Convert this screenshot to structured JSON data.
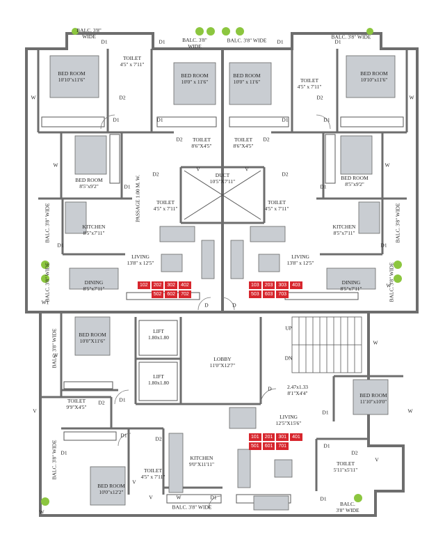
{
  "rooms": {
    "bed_tl": {
      "name": "BED ROOM",
      "dim": "10'10\"x11'6\""
    },
    "bed_tl2": {
      "name": "BED ROOM",
      "dim": "10'0\" x 11'6\""
    },
    "bed_tr2": {
      "name": "BED ROOM",
      "dim": "10'0\" x 11'6\""
    },
    "bed_tr": {
      "name": "BED ROOM",
      "dim": "10'10\"x11'6\""
    },
    "toilet_tl": {
      "name": "TOILET",
      "dim": "4'5\" x 7'11\""
    },
    "toilet_tr": {
      "name": "TOILET",
      "dim": "4'5\" x 7'11\""
    },
    "toilet_c1": {
      "name": "TOILET",
      "dim": "8'6\"X4'5\""
    },
    "toilet_c2": {
      "name": "TOILET",
      "dim": "8'6\"X4'5\""
    },
    "bed_ml": {
      "name": "BED ROOM",
      "dim": "8'5\"x9'2\""
    },
    "bed_mr": {
      "name": "BED ROOM",
      "dim": "8'5\"x9'2\""
    },
    "toilet_ml": {
      "name": "TOILET",
      "dim": "4'5\" x 7'11\""
    },
    "toilet_mr": {
      "name": "TOILET",
      "dim": "4'5\" x 7'11\""
    },
    "duct": {
      "name": "DUCT",
      "dim": "10'5\"X7'11\""
    },
    "kitchen_l": {
      "name": "KITCHEN",
      "dim": "8'5\"x7'11\""
    },
    "kitchen_r": {
      "name": "KITCHEN",
      "dim": "8'5\"x7'11\""
    },
    "living_l": {
      "name": "LIVING",
      "dim": "13'8\" x 12'5\""
    },
    "living_r": {
      "name": "LIVING",
      "dim": "13'8\" x 12'5\""
    },
    "dining_l": {
      "name": "DINING",
      "dim": "8'5\"x7'11\""
    },
    "dining_r": {
      "name": "DINING",
      "dim": "8'5\"x7'11\""
    },
    "bed_bl1": {
      "name": "BED ROOM",
      "dim": "10'0\"X11'6\""
    },
    "lift1": {
      "name": "LIFT",
      "dim": "1.80x1.80"
    },
    "lift2": {
      "name": "LIFT",
      "dim": "1.80x1.80"
    },
    "lobby": {
      "name": "LOBBY",
      "dim": "11'0\"X12'7\""
    },
    "store": {
      "name": "2.47x1.33",
      "dim": "8'1\"X4'4\""
    },
    "bed_br": {
      "name": "BED ROOM",
      "dim": "11'10\"x10'0\""
    },
    "toilet_bl": {
      "name": "TOILET",
      "dim": "9'9\"X4'5\""
    },
    "living_b": {
      "name": "LIVING",
      "dim": "12'5\"X15'6\""
    },
    "kitchen_b": {
      "name": "KITCHEN",
      "dim": "9'0\"X11'11\""
    },
    "toilet_bc": {
      "name": "TOILET",
      "dim": "4'5\" x 7'11\""
    },
    "toilet_br": {
      "name": "TOILET",
      "dim": "5'11\"x5'11\""
    },
    "bed_bl2": {
      "name": "BED ROOM",
      "dim": "10'0\"x12'2\""
    }
  },
  "balconies": {
    "b1": {
      "name": "BALC. 3'8\"",
      "sub": "WIDE"
    },
    "b2": {
      "name": "BALC. 3'8\"",
      "sub": "WIDE"
    },
    "b3": "BALC. 3'8\" WIDE",
    "b4": "BALC. 3'8\" WIDE",
    "b5": "BALC. 3'8\" WIDE",
    "b6": "BALC. 3'8\" WIDE",
    "b7": "BALC. 3'8\" WIDE",
    "b8": "BALC. 3'8\" WIDE",
    "b9": "BALC. 3'8\" WIDE",
    "b10": "BALC. 3'8\" WIDE",
    "b11": "BALC. 3'8\" WIDE",
    "b12": {
      "name": "BALC.",
      "sub": "3'8\" WIDE"
    }
  },
  "passage": "PASSAGE 1.00 M. W.",
  "stairs": {
    "up": "UP",
    "dn": "DN"
  },
  "door_labels": {
    "d1": "D1",
    "d2": "D2",
    "d": "D",
    "w": "W",
    "w1": "W1",
    "v": "V"
  },
  "unit_groups": {
    "left": [
      "102",
      "202",
      "302",
      "402",
      "502",
      "602",
      "702"
    ],
    "right": [
      "103",
      "203",
      "303",
      "403",
      "503",
      "603",
      "703"
    ],
    "bottom": [
      "101",
      "201",
      "301",
      "401",
      "501",
      "601",
      "701"
    ]
  },
  "colors": {
    "wall": "#6d6d6d",
    "furniture": "#c9cdd2",
    "unit_badge": "#d7262d",
    "tree": "#8cc63f"
  }
}
